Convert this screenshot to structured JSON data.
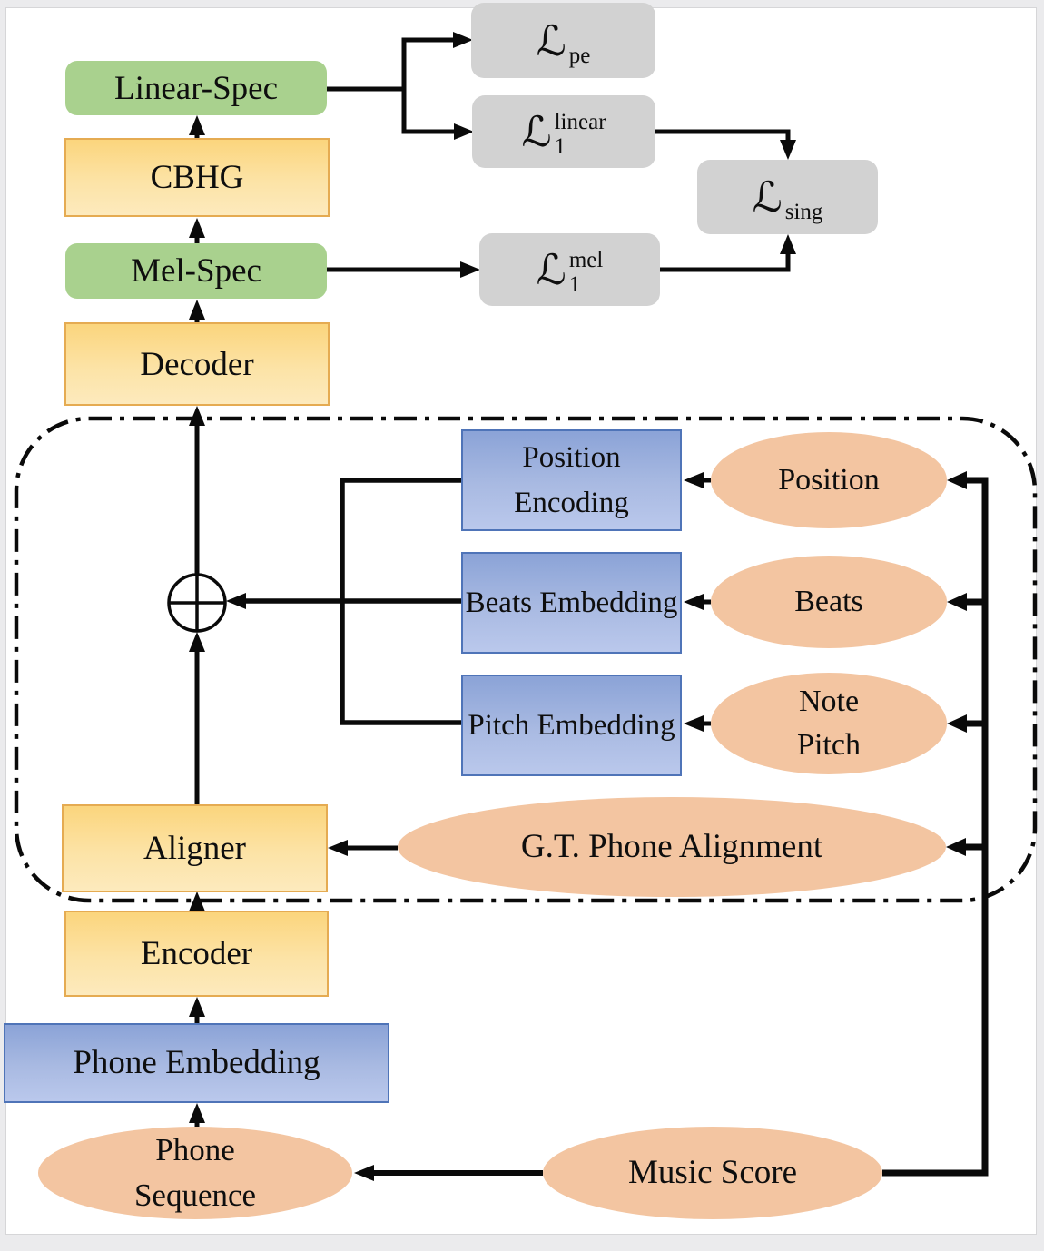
{
  "pipeline": {
    "linear_spec": "Linear-Spec",
    "cbhg": "CBHG",
    "mel_spec": "Mel-Spec",
    "decoder": "Decoder",
    "aligner": "Aligner",
    "encoder": "Encoder",
    "phone_embedding": "Phone Embedding"
  },
  "embeddings": {
    "position_encoding": "Position Encoding",
    "beats_embedding": "Beats Embedding",
    "pitch_embedding": "Pitch Embedding"
  },
  "inputs": {
    "position": "Position",
    "beats": "Beats",
    "note_pitch": "Note Pitch",
    "gt_phone_alignment": "G.T. Phone Alignment",
    "phone_sequence": "Phone Sequence",
    "music_score": "Music Score"
  },
  "losses": {
    "pe": {
      "base": "ℒ",
      "sup": "",
      "sub": "pe"
    },
    "linear": {
      "base": "ℒ",
      "sup": "linear",
      "sub": "1"
    },
    "sing": {
      "base": "ℒ",
      "sup": "",
      "sub": "sing"
    },
    "mel": {
      "base": "ℒ",
      "sup": "mel",
      "sub": "1"
    }
  },
  "operators": {
    "sum": "⊕"
  },
  "colors": {
    "green": "#a9d18e",
    "yellow_fill": "#fbd57d",
    "yellow_border": "#e5ab52",
    "blue_fill": "#8ba3d7",
    "blue_border": "#4f74b8",
    "peach": "#f3c5a1",
    "loss_gray": "#d2d2d2",
    "line": "#0a0a0a"
  }
}
